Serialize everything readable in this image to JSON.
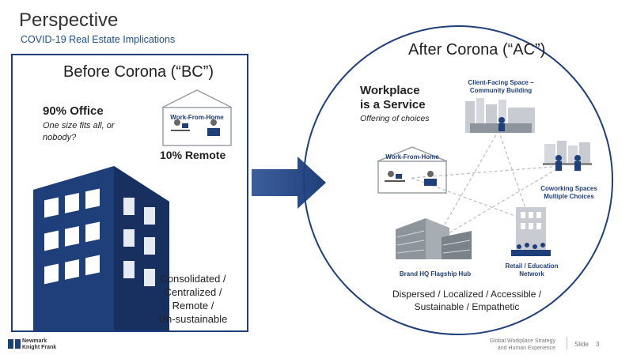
{
  "header": {
    "title": "Perspective",
    "subtitle": "COVID-19 Real Estate Implications"
  },
  "before": {
    "title": "Before Corona (“BC”)",
    "office_pct": "90% Office",
    "office_sub": "One size fits all, or nobody?",
    "wfh_label": "Work-From-Home",
    "remote_pct": "10% Remote",
    "footer_lines": [
      "Consolidated /",
      "Centralized /",
      "Remote /",
      "Un-sustainable"
    ]
  },
  "after": {
    "title": "After Corona (“AC”)",
    "headline_1": "Workplace",
    "headline_2": "is a Service",
    "subline": "Offering of choices",
    "nodes": {
      "client_1": "Client-Facing Space –",
      "client_2": "Community Building",
      "wfh": "Work-From-Home",
      "cowork_1": "Coworking Spaces",
      "cowork_2": "Multiple Choices",
      "hq": "Brand HQ Flagship Hub",
      "retail_1": "Retail / Education",
      "retail_2": "Network"
    },
    "footer_1": "Dispersed / Localized / Accessible /",
    "footer_2": "Sustainable / Empathetic"
  },
  "footer": {
    "logo_1": "Newmark",
    "logo_2": "Knight Frank",
    "note_1": "Global Workplace Strategy",
    "note_2": "and Human Experience",
    "slide_label": "Slide",
    "slide_number": "3"
  },
  "colors": {
    "navy": "#1f3f7a",
    "blue": "#1f4e8c",
    "gray": "#9aa0a6"
  }
}
